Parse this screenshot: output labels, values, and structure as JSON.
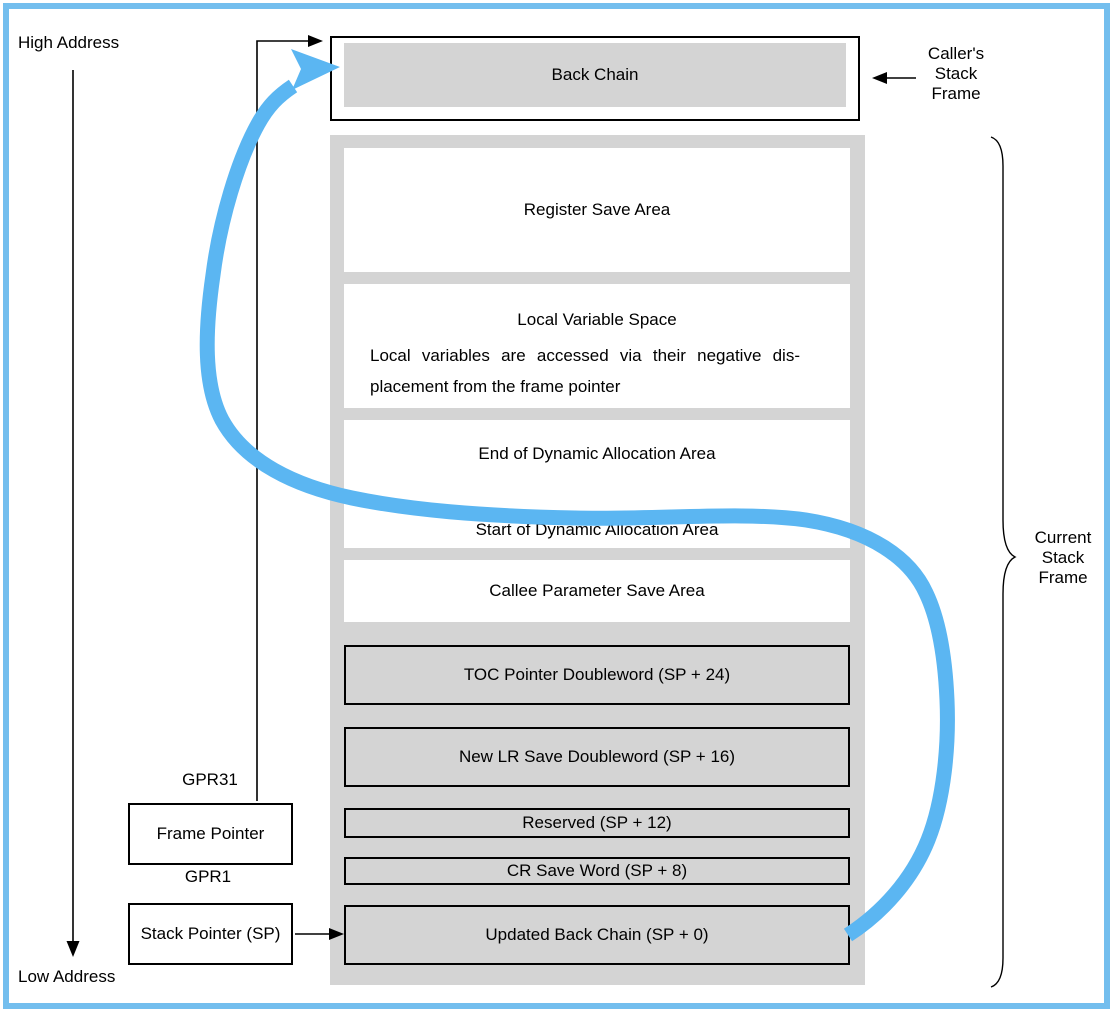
{
  "labels": {
    "high_address": "High Address",
    "low_address": "Low Address",
    "gpr31": "GPR31",
    "gpr1": "GPR1",
    "frame_pointer": "Frame Pointer",
    "stack_pointer": "Stack Pointer (SP)",
    "callers_frame_lines": [
      "Caller's",
      "Stack",
      "Frame"
    ],
    "current_frame_lines": [
      "Current",
      "Stack",
      "Frame"
    ]
  },
  "caller_frame": {
    "back_chain": "Back Chain"
  },
  "stack_slots": {
    "register_save": {
      "label": "Register Save Area"
    },
    "local_variable": {
      "title": "Local Variable Space",
      "line1": "Local variables are accessed via their negative dis-",
      "line2": "placement from the frame pointer"
    },
    "dynamic_allocation": {
      "end_label": "End of Dynamic Allocation Area",
      "start_label": "Start of Dynamic Allocation Area"
    },
    "callee_parameter": {
      "label": "Callee Parameter Save Area"
    },
    "toc_pointer": {
      "label": "TOC Pointer Doubleword (SP + 24)"
    },
    "new_lr_save": {
      "label": "New LR Save Doubleword (SP + 16)"
    },
    "reserved": {
      "label": "Reserved (SP + 12)"
    },
    "cr_save": {
      "label": "CR Save Word (SP + 8)"
    },
    "updated_back_chain": {
      "label": "Updated Back Chain (SP + 0)"
    }
  },
  "colors": {
    "frame_border_blue": "#73BEEE",
    "arrow_blue": "#5BB6F2",
    "area_gray": "#D4D4D4",
    "line_black": "#000000"
  }
}
